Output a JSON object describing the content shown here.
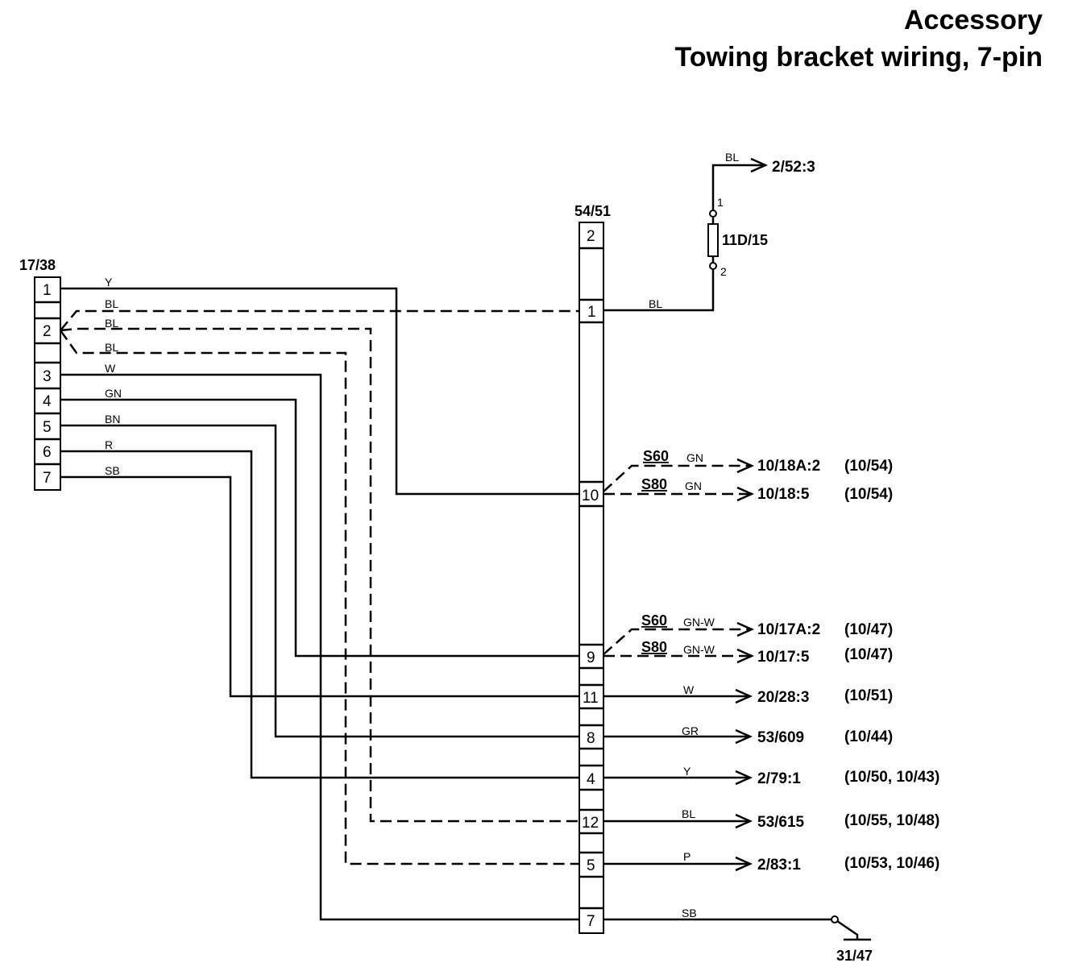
{
  "title": {
    "line1": "Accessory",
    "line2": "Towing bracket wiring, 7-pin"
  },
  "left_connector": {
    "id": "17/38",
    "pins": [
      "1",
      "2",
      "3",
      "4",
      "5",
      "6",
      "7"
    ],
    "wires": [
      {
        "pin": "1",
        "color": "Y"
      },
      {
        "pin": "2",
        "color": "BL"
      },
      {
        "pin": "2",
        "color": "BL"
      },
      {
        "pin": "2",
        "color": "BL"
      },
      {
        "pin": "3",
        "color": "W"
      },
      {
        "pin": "4",
        "color": "GN"
      },
      {
        "pin": "5",
        "color": "BN"
      },
      {
        "pin": "6",
        "color": "R"
      },
      {
        "pin": "7",
        "color": "SB"
      }
    ]
  },
  "center_connector": {
    "id": "54/51",
    "pins": [
      "2",
      "1",
      "10",
      "9",
      "11",
      "8",
      "4",
      "12",
      "5",
      "7"
    ]
  },
  "fuse": {
    "id": "11D/15",
    "pin_top": "1",
    "pin_bottom": "2",
    "wire_top_color": "BL",
    "wire_top_dest": "2/52:3",
    "wire_bottom_color": "BL"
  },
  "outputs": [
    {
      "variant": "S60",
      "color": "GN",
      "dest": "10/18A:2",
      "ref": "(10/54)"
    },
    {
      "variant": "S80",
      "color": "GN",
      "dest": "10/18:5",
      "ref": "(10/54)"
    },
    {
      "variant": "S60",
      "color": "GN-W",
      "dest": "10/17A:2",
      "ref": "(10/47)"
    },
    {
      "variant": "S80",
      "color": "GN-W",
      "dest": "10/17:5",
      "ref": "(10/47)"
    },
    {
      "color": "W",
      "dest": "20/28:3",
      "ref": "(10/51)"
    },
    {
      "color": "GR",
      "dest": "53/609",
      "ref": "(10/44)"
    },
    {
      "color": "Y",
      "dest": "2/79:1",
      "ref": "(10/50, 10/43)"
    },
    {
      "color": "BL",
      "dest": "53/615",
      "ref": "(10/55, 10/48)"
    },
    {
      "color": "P",
      "dest": "2/83:1",
      "ref": "(10/53, 10/46)"
    }
  ],
  "ground": {
    "color": "SB",
    "id": "31/47"
  }
}
